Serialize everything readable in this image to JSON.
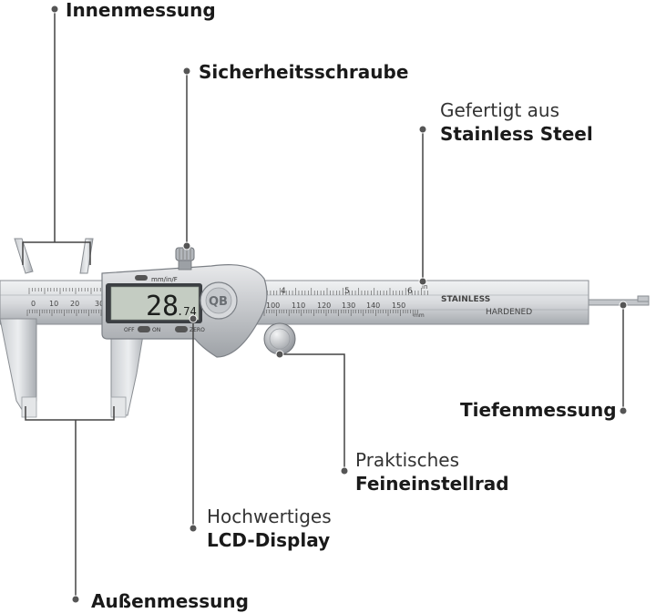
{
  "labels": {
    "inner": "Innenmessung",
    "screw": "Sicherheitsschraube",
    "steel_line1": "Gefertigt aus",
    "steel_line2": "Stainless Steel",
    "depth": "Tiefenmessung",
    "wheel_line1": "Praktisches",
    "wheel_line2": "Feineinstellrad",
    "lcd_line1": "Hochwertiges",
    "lcd_line2": "LCD-Display",
    "outer": "Außenmessung"
  },
  "caliper": {
    "display_value": "28",
    "display_decimal": ".74",
    "unit_button": "mm/in/F",
    "off_on_label": "OFF",
    "on_label": "ON",
    "zero_label": "ZERO",
    "brand": "QB",
    "beam_text1": "STAINLESS",
    "beam_text2": "HARDENED",
    "unit_in": "in",
    "unit_mm": "mm",
    "mm_ticks": [
      "0",
      "10",
      "20",
      "30",
      "100",
      "110",
      "120",
      "130",
      "140",
      "150"
    ],
    "inch_ticks": [
      "4",
      "5",
      "6"
    ]
  },
  "colors": {
    "steel_light": "#e2e3e5",
    "steel_mid": "#b9bcc0",
    "steel_dark": "#7c8086",
    "lcd": "#c4ccc2",
    "leader": "#444444"
  }
}
